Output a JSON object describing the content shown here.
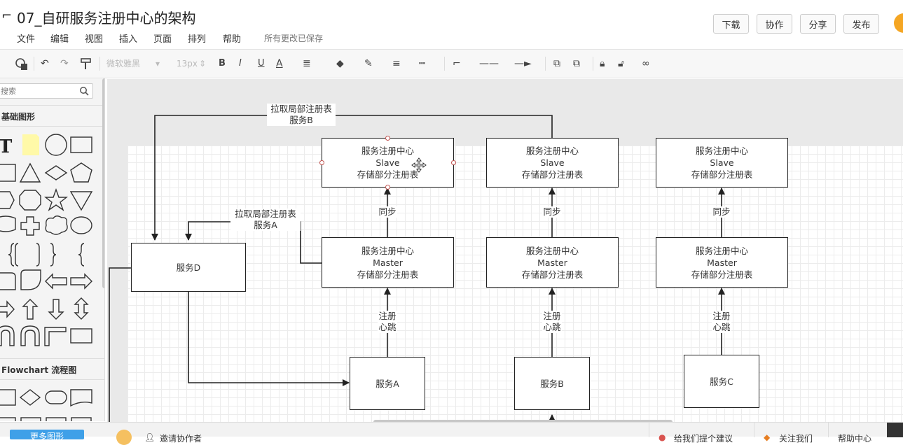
{
  "header": {
    "title": "07_自研服务注册中心的架构",
    "menu": [
      "文件",
      "编辑",
      "视图",
      "插入",
      "页面",
      "排列",
      "帮助"
    ],
    "save_status": "所有更改已保存",
    "buttons": {
      "download": "下载",
      "collab": "协作",
      "share": "分享",
      "publish": "发布"
    }
  },
  "toolbar": {
    "font_family": "微软雅黑",
    "font_size": "13px",
    "bold": "B",
    "italic": "I",
    "underline": "U",
    "font_color": "A"
  },
  "sidebar": {
    "search_placeholder": "搜索",
    "search_value": "搜索",
    "section_basic": "基础图形",
    "section_flowchart": "Flowchart 流程图"
  },
  "diagram": {
    "slave_nodes": [
      {
        "line1": "服务注册中心",
        "line2": "Slave",
        "line3": "存储部分注册表"
      },
      {
        "line1": "服务注册中心",
        "line2": "Slave",
        "line3": "存储部分注册表"
      },
      {
        "line1": "服务注册中心",
        "line2": "Slave",
        "line3": "存储部分注册表"
      }
    ],
    "master_nodes": [
      {
        "line1": "服务注册中心",
        "line2": "Master",
        "line3": "存储部分注册表"
      },
      {
        "line1": "服务注册中心",
        "line2": "Master",
        "line3": "存储部分注册表"
      },
      {
        "line1": "服务注册中心",
        "line2": "Master",
        "line3": "存储部分注册表"
      }
    ],
    "service_nodes": {
      "a": "服务A",
      "b": "服务B",
      "c": "服务C",
      "d": "服务D"
    },
    "sync_label": "同步",
    "register_label": {
      "line1": "注册",
      "line2": "心跳"
    },
    "pull_b": {
      "line1": "拉取局部注册表",
      "line2": "服务B"
    },
    "pull_a": {
      "line1": "拉取局部注册表",
      "line2": "服务A"
    }
  },
  "bottom": {
    "more_shapes": "更多图形",
    "invite": "邀请协作者",
    "feedback": "给我们提个建议",
    "follow": "关注我们",
    "help": "帮助中心"
  }
}
